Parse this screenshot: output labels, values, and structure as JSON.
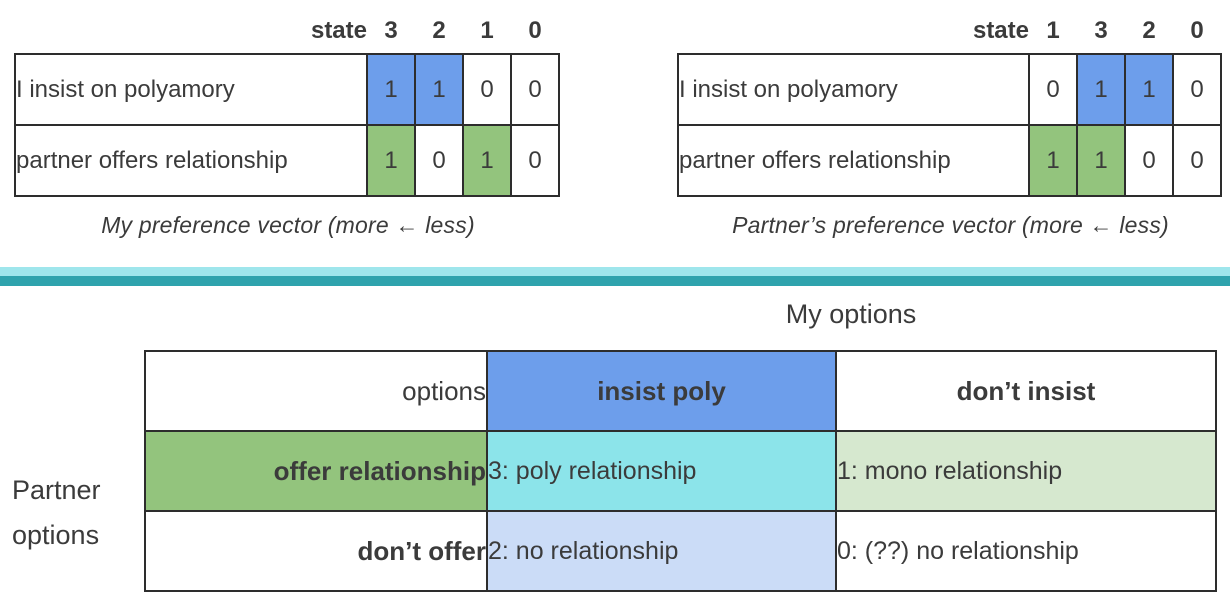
{
  "left": {
    "state_label": "state",
    "states": [
      "3",
      "2",
      "1",
      "0"
    ],
    "row1_label": "I insist on polyamory",
    "row1": [
      "1",
      "1",
      "0",
      "0"
    ],
    "row2_label": "partner offers relationship",
    "row2": [
      "1",
      "0",
      "1",
      "0"
    ],
    "caption": "My preference vector (more ← less)"
  },
  "right": {
    "state_label": "state",
    "states": [
      "1",
      "3",
      "2",
      "0"
    ],
    "row1_label": "I insist on polyamory",
    "row1": [
      "0",
      "1",
      "1",
      "0"
    ],
    "row2_label": "partner offers relationship",
    "row2": [
      "1",
      "1",
      "0",
      "0"
    ],
    "caption": "Partner’s preference vector (more ← less)"
  },
  "matrix": {
    "title": "My options",
    "corner_label": "options",
    "side_label_line1": "Partner",
    "side_label_line2": "options",
    "col1_header": "insist poly",
    "col2_header": "don’t insist",
    "row1_header": "offer relationship",
    "row2_header": "don’t offer",
    "cell_11": "3: poly relationship",
    "cell_12": "1: mono relationship",
    "cell_21": "2: no relationship",
    "cell_22": "0: (??) no relationship"
  },
  "colors": {
    "blue": "#6d9eeb",
    "green": "#93c47d",
    "cyan": "#8ce4ea",
    "light_blue": "#cbdcf7",
    "light_green": "#d6e8cf",
    "white": "#ffffff",
    "divider_top": "#9fe6ec",
    "divider_bottom": "#2fa3ad"
  }
}
